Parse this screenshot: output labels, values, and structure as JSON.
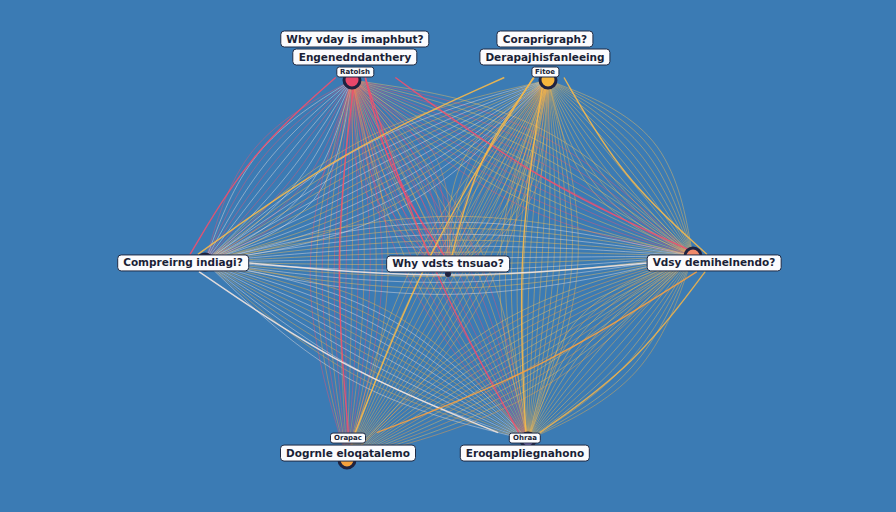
{
  "diagram": {
    "nodes": [
      {
        "text": [
          "Why vday is imaphbut?",
          "Engenedndanthery",
          "Ratolsh"
        ]
      },
      {
        "text": [
          "Coraprigraph?",
          "Derapajhisfanleeing",
          "Fitoe"
        ]
      },
      {
        "text": [
          "Compreirng indiagi?"
        ]
      },
      {
        "text": [
          "Why vdsts tnsuao?"
        ]
      },
      {
        "text": [
          "Vdsy demihelnendo?"
        ]
      },
      {
        "text": [
          "Orapac",
          "Dogrnle eloqatalemo"
        ]
      },
      {
        "text": [
          "Ohraa",
          "Eroqampliegnahono"
        ]
      }
    ],
    "edges": [
      {
        "from": 0,
        "to": 2,
        "arrow": "none"
      },
      {
        "from": 0,
        "to": 3,
        "arrow": "none"
      },
      {
        "from": 0,
        "to": 4,
        "arrow": "none"
      },
      {
        "from": 0,
        "to": 5,
        "arrow": "none"
      },
      {
        "from": 0,
        "to": 6,
        "arrow": "none"
      },
      {
        "from": 1,
        "to": 2,
        "arrow": "none"
      },
      {
        "from": 1,
        "to": 3,
        "arrow": "none"
      },
      {
        "from": 1,
        "to": 4,
        "arrow": "none"
      },
      {
        "from": 1,
        "to": 5,
        "arrow": "none"
      },
      {
        "from": 1,
        "to": 6,
        "arrow": "none"
      },
      {
        "from": 2,
        "to": 4,
        "arrow": "none"
      },
      {
        "from": 2,
        "to": 6,
        "arrow": "none"
      },
      {
        "from": 5,
        "to": 4,
        "arrow": "none"
      },
      {
        "from": 6,
        "to": 4,
        "arrow": "none"
      }
    ]
  }
}
